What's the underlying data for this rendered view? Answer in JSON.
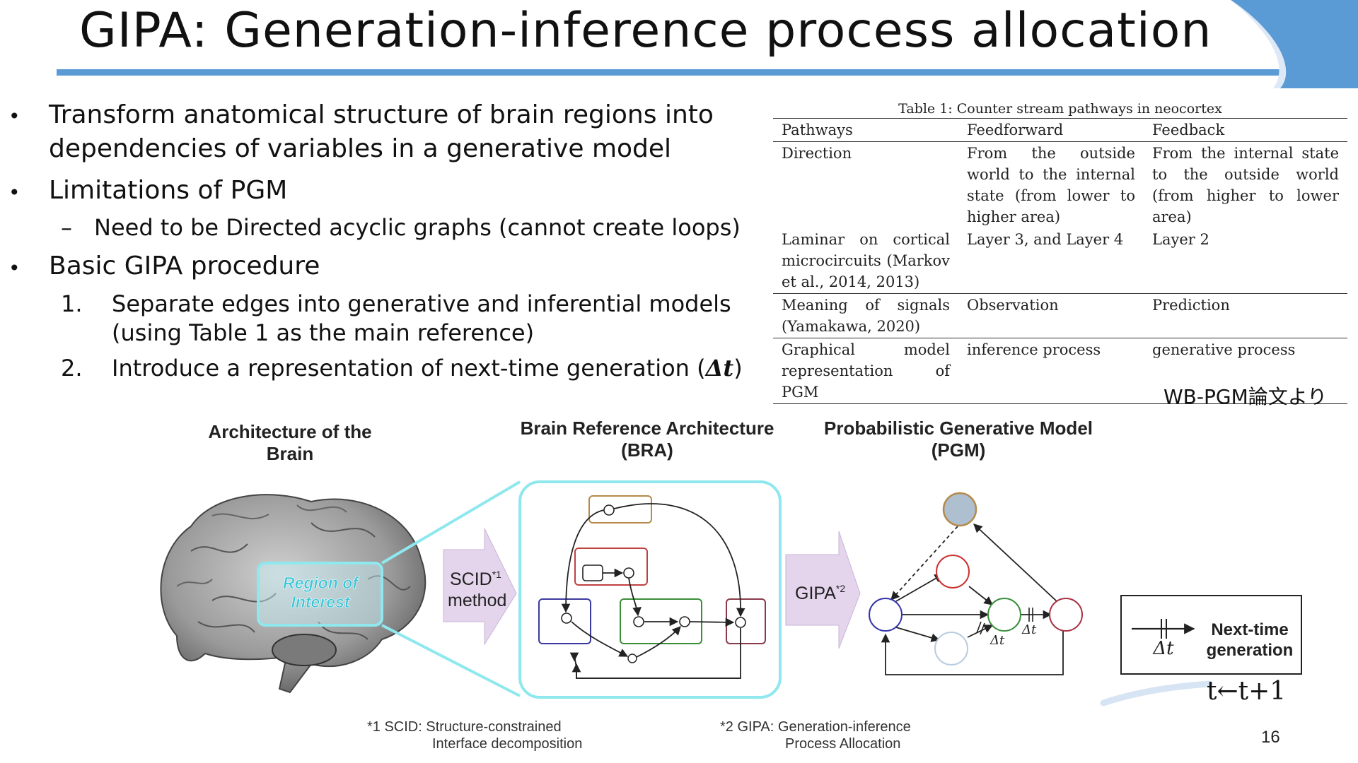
{
  "title": "GIPA: Generation-inference process allocation",
  "bullets": [
    {
      "marker": "•",
      "line1": "Transform anatomical structure of brain regions into",
      "line2": "dependencies of variables in a generative model"
    },
    {
      "marker": "•",
      "line1": "Limitations of PGM"
    },
    {
      "marker": "–",
      "line1": "Need to be Directed acyclic graphs (cannot create loops)"
    },
    {
      "marker": "•",
      "line1": "Basic GIPA procedure"
    }
  ],
  "steps": [
    {
      "num": "1.",
      "line1": "Separate edges into generative and inferential models",
      "line2": "(using Table 1 as the main reference)"
    },
    {
      "num": "2.",
      "line1": "Introduce a representation of next-time generation (",
      "delta": "Δt",
      "close": ")"
    }
  ],
  "table": {
    "caption": "Table 1: Counter stream pathways in neocortex",
    "headers": [
      "Pathways",
      "Feedforward",
      "Feedback"
    ],
    "rows": [
      [
        "Direction",
        "From the outside world to the internal state (from lower to higher area)",
        "From the internal state to the outside world (from higher to lower area)"
      ],
      [
        "Laminar on cortical microcircuits (Markov et al., 2014, 2013)",
        "Layer 3, and Layer 4",
        "Layer 2"
      ],
      [
        "Meaning of signals (Yamakawa, 2020)",
        "Observation",
        "Prediction"
      ],
      [
        "Graphical model representation of PGM",
        "inference process",
        "generative process"
      ]
    ]
  },
  "table_source": "WB-PGM論文より",
  "figure": {
    "heading_brain_1": "Architecture of the",
    "heading_brain_2": "Brain",
    "heading_bra_1": "Brain Reference Architecture",
    "heading_bra_2": "(BRA)",
    "heading_pgm_1": "Probabilistic Generative Model",
    "heading_pgm_2": "(PGM)",
    "roi_1": "Region of",
    "roi_2": "Interest",
    "scid_arrow_1": "SCID",
    "scid_sup": "*1",
    "scid_arrow_2": "method",
    "gipa_arrow": "GIPA",
    "gipa_sup": "*2",
    "delta_label": "Δt",
    "legend_label_1": "Next-time",
    "legend_label_2": "generation",
    "time_step": "t←t+1",
    "note1_line1": "*1 SCID: Structure-constrained",
    "note1_line2": "Interface decomposition",
    "note2_line1": "*2 GIPA: Generation-inference",
    "note2_line2": "Process Allocation"
  },
  "page_number": "16",
  "colors": {
    "accent": "#5b9bd5",
    "cyan_frame": "#8fe8ee",
    "arrow_fill": "#e4d5ec"
  }
}
